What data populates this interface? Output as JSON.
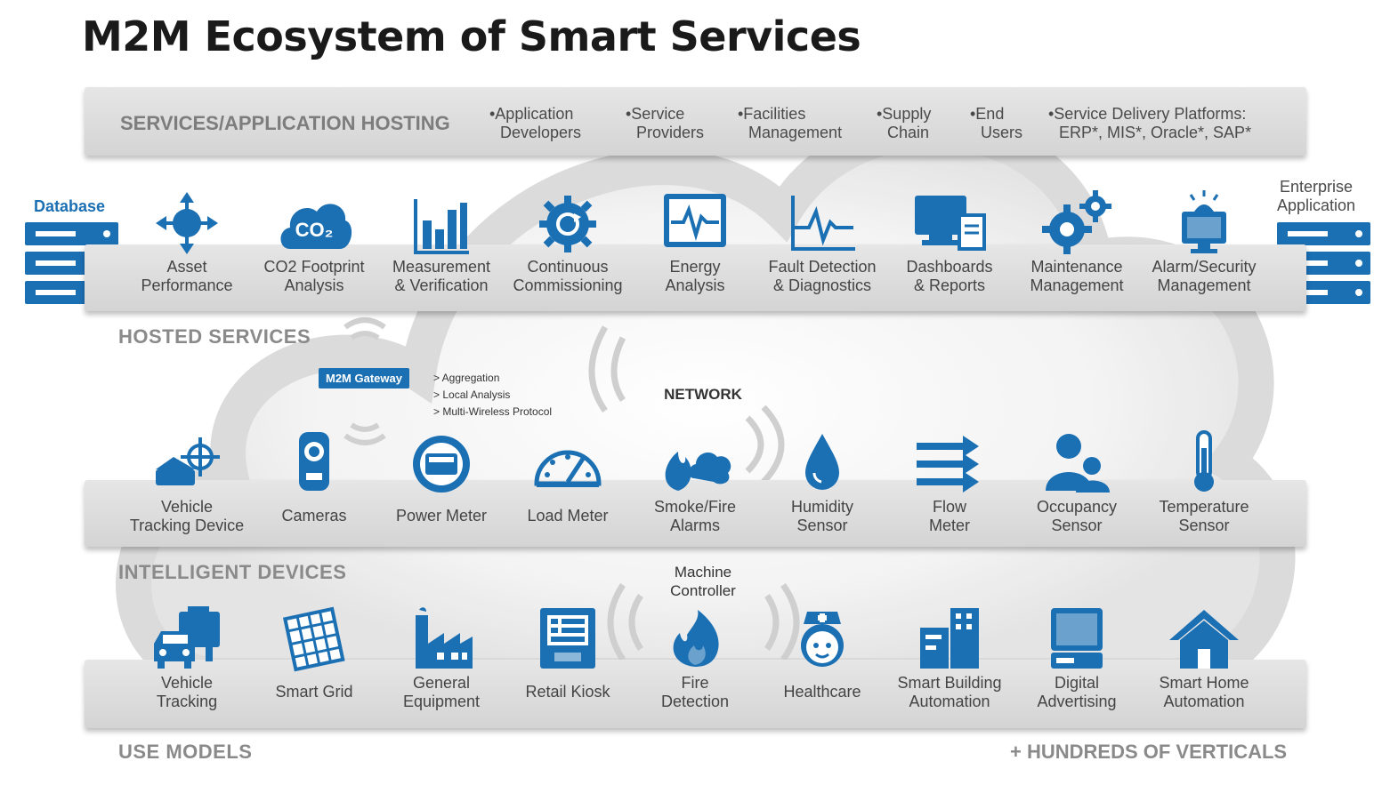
{
  "title": "M2M Ecosystem of Smart Services",
  "colors": {
    "icon_blue": "#1b6fb3",
    "band_gray": "#dcdcdc",
    "label_gray": "#8a8a8a"
  },
  "hosting": {
    "label": "SERVICES/APPLICATION HOSTING",
    "items": [
      {
        "bullet": "•",
        "text": "Application\nDevelopers"
      },
      {
        "bullet": "•",
        "text": "Service\nProviders"
      },
      {
        "bullet": "•",
        "text": "Facilities\nManagement"
      },
      {
        "bullet": "•",
        "text": "Supply\nChain"
      },
      {
        "bullet": "•",
        "text": "End\nUsers"
      },
      {
        "bullet": "•",
        "text": "Service Delivery Platforms:\nERP*, MIS*, Oracle*, SAP*"
      }
    ]
  },
  "database_label": "Database",
  "enterprise_label": "Enterprise\nApplication",
  "hosted_services": {
    "label": "HOSTED SERVICES",
    "items": [
      {
        "label": "Asset\nPerformance",
        "icon": "asset-icon"
      },
      {
        "label": "CO2 Footprint\nAnalysis",
        "icon": "co2-cloud-icon",
        "icon_text": "CO₂"
      },
      {
        "label": "Measurement\n& Verification",
        "icon": "bar-chart-icon"
      },
      {
        "label": "Continuous\nCommissioning",
        "icon": "gear-refresh-icon"
      },
      {
        "label": "Energy\nAnalysis",
        "icon": "monitor-pulse-icon"
      },
      {
        "label": "Fault Detection\n& Diagnostics",
        "icon": "pulse-graph-icon"
      },
      {
        "label": "Dashboards\n& Reports",
        "icon": "dashboard-icon"
      },
      {
        "label": "Maintenance\nManagement",
        "icon": "gears-icon"
      },
      {
        "label": "Alarm/Security\nManagement",
        "icon": "alarm-monitor-icon"
      }
    ]
  },
  "gateway": {
    "label": "M2M Gateway",
    "features": [
      "> Aggregation",
      "> Local Analysis",
      "> Multi-Wireless Protocol"
    ]
  },
  "network_label": "NETWORK",
  "intelligent_devices": {
    "label": "INTELLIGENT DEVICES",
    "items": [
      {
        "label": "Vehicle\nTracking Device",
        "icon": "tracking-device-icon"
      },
      {
        "label": "Cameras",
        "icon": "camera-icon"
      },
      {
        "label": "Power Meter",
        "icon": "power-meter-icon"
      },
      {
        "label": "Load Meter",
        "icon": "gauge-icon"
      },
      {
        "label": "Smoke/Fire\nAlarms",
        "icon": "smoke-fire-icon"
      },
      {
        "label": "Humidity\nSensor",
        "icon": "droplet-icon"
      },
      {
        "label": "Flow\nMeter",
        "icon": "flow-arrows-icon"
      },
      {
        "label": "Occupancy\nSensor",
        "icon": "people-icon"
      },
      {
        "label": "Temperature\nSensor",
        "icon": "thermometer-icon"
      }
    ]
  },
  "machine_controller_label": "Machine\nController",
  "use_models": {
    "label": "USE MODELS",
    "items": [
      {
        "label": "Vehicle\nTracking",
        "icon": "vehicles-icon"
      },
      {
        "label": "Smart Grid",
        "icon": "solar-grid-icon"
      },
      {
        "label": "General\nEquipment",
        "icon": "factory-icon"
      },
      {
        "label": "Retail Kiosk",
        "icon": "kiosk-icon"
      },
      {
        "label": "Fire\nDetection",
        "icon": "fire-icon"
      },
      {
        "label": "Healthcare",
        "icon": "nurse-icon"
      },
      {
        "label": "Smart Building\nAutomation",
        "icon": "buildings-icon"
      },
      {
        "label": "Digital\nAdvertising",
        "icon": "digital-sign-icon"
      },
      {
        "label": "Smart Home\nAutomation",
        "icon": "home-icon"
      }
    ]
  },
  "hundreds_label": "+ HUNDREDS OF VERTICALS"
}
